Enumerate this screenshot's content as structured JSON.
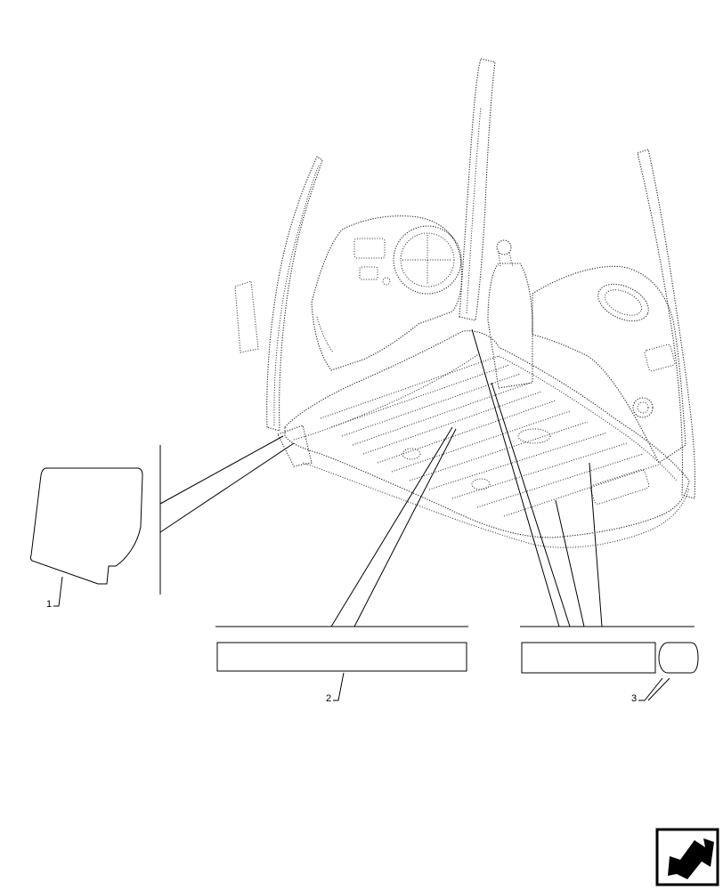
{
  "callouts": [
    {
      "id": 1,
      "label": "1"
    },
    {
      "id": 2,
      "label": "2"
    },
    {
      "id": 3,
      "label": "3"
    }
  ],
  "icons": {
    "navigation": "next-page-arrow-icon"
  }
}
